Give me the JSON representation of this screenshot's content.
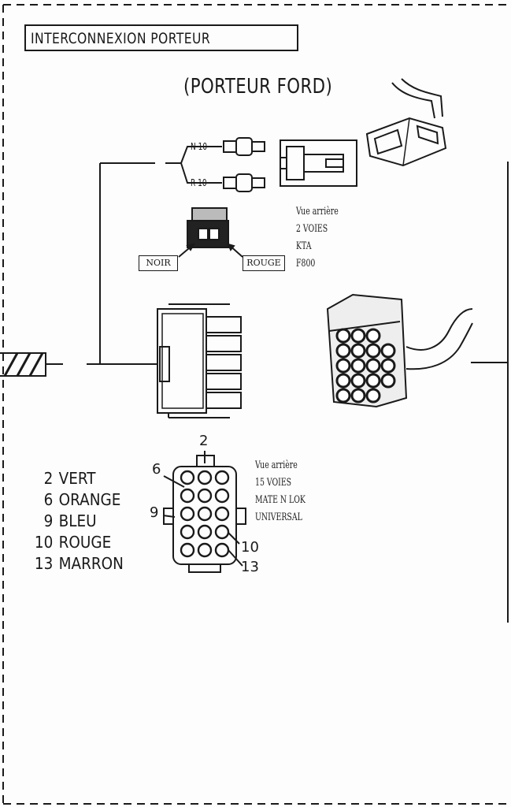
{
  "title": "INTERCONNEXION PORTEUR",
  "subtitle": "(PORTEUR FORD)",
  "wires": {
    "n10": "N 10",
    "r10": "R 10"
  },
  "connector_2way": {
    "lines": [
      "Vue arrière",
      "2 VOIES",
      "KTA",
      "F800"
    ],
    "tag_left": "NOIR",
    "tag_right": "ROUGE"
  },
  "connector_15way": {
    "lines": [
      "Vue arrière",
      "15 VOIES",
      "MATE N LOK",
      "UNIVERSAL"
    ],
    "pin_labels": [
      "2",
      "6",
      "9",
      "10",
      "13"
    ]
  },
  "legend": [
    {
      "num": "2",
      "color": "VERT"
    },
    {
      "num": "6",
      "color": "ORANGE"
    },
    {
      "num": "9",
      "color": "BLEU"
    },
    {
      "num": "10",
      "color": "ROUGE"
    },
    {
      "num": "13",
      "color": "MARRON"
    }
  ]
}
